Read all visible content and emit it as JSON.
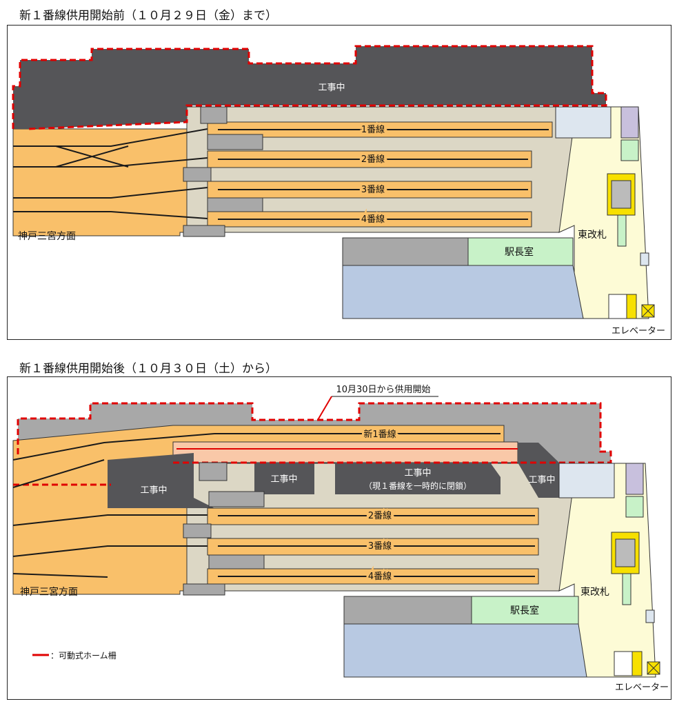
{
  "colors": {
    "construction": "#555558",
    "track": "#f9c06a",
    "platform": "#dcd7c5",
    "concourse": "#fdfbd6",
    "office": "#c8f2c8",
    "gray_room": "#a8a8a8",
    "blue_room": "#b8c9e2",
    "fence": "#e00000",
    "new_track": "#f9c8a8"
  },
  "panels": {
    "before": {
      "title": "新１番線供用開始前（１０月２９日（金）まで）",
      "construction": "工事中",
      "tracks": [
        "1番線",
        "2番線",
        "3番線",
        "4番線"
      ],
      "direction": "神戸三宮方面",
      "station_office": "駅長室",
      "east_gate": "東改札",
      "elevator": "エレベーター"
    },
    "after": {
      "title": "新１番線供用開始後（１０月３０日（土）から）",
      "callout": "10月30日から供用開始",
      "new_track": "新1番線",
      "construction_left": "工事中",
      "construction_mid": "工事中",
      "construction_center": "工事中",
      "construction_center_note": "（現１番線を一時的に閉鎖）",
      "construction_right": "工事中",
      "tracks": [
        "2番線",
        "3番線",
        "4番線"
      ],
      "direction": "神戸三宮方面",
      "station_office": "駅長室",
      "east_gate": "東改札",
      "elevator": "エレベーター",
      "legend": "：可動式ホーム柵"
    }
  }
}
